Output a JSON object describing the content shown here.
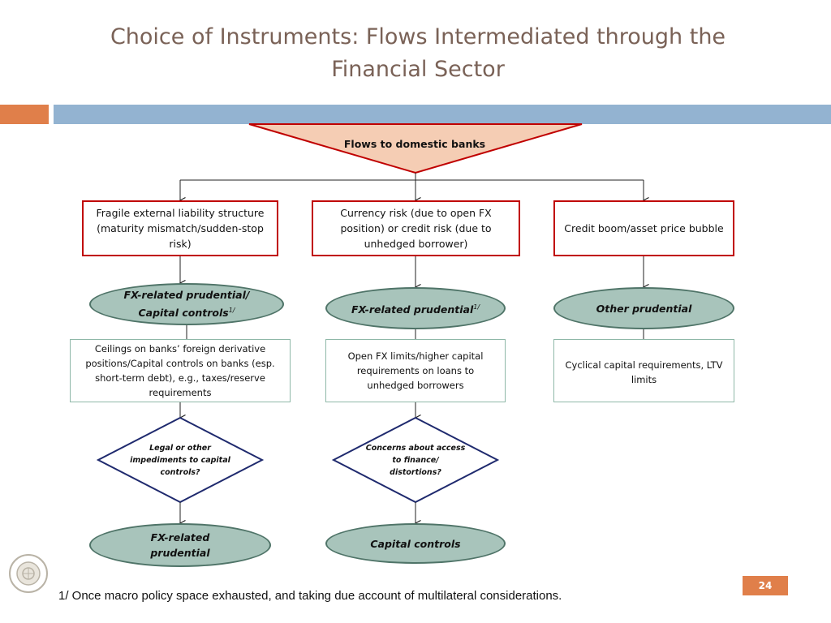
{
  "title": "Choice of Instruments: Flows Intermediated through the Financial Sector",
  "top_node": "Flows to domestic banks",
  "risks": [
    "Fragile external liability structure (maturity mismatch/sudden-stop risk)",
    "Currency risk (due to open FX position) or credit risk (due to unhedged borrower)",
    "Credit boom/asset price bubble"
  ],
  "tools": [
    {
      "label": "FX-related prudential/ Capital controls",
      "note": "1/"
    },
    {
      "label": "FX-related prudential",
      "note": "1/"
    },
    {
      "label": "Other prudential",
      "note": ""
    }
  ],
  "details": [
    "Ceilings on banks’ foreign derivative positions/Capital controls on banks (esp. short-term debt), e.g., taxes/reserve requirements",
    "Open FX limits/higher capital requirements on loans to unhedged borrowers",
    "Cyclical capital requirements, LTV limits"
  ],
  "decisions": [
    "Legal or other impediments to capital controls?",
    "Concerns about access to finance/ distortions?"
  ],
  "outcomes": [
    "FX-related prudential",
    "Capital controls"
  ],
  "footnote": "1/ Once macro policy space exhausted, and taking due account of multilateral considerations.",
  "page_number": "24",
  "colors": {
    "title": "#7a6257",
    "accent_orange": "#e07f4a",
    "accent_blue": "#93b3d1",
    "triangle_fill": "#f5cdb4",
    "border_red": "#c00000",
    "ellipse_fill": "#a8c4bb",
    "ellipse_border": "#4f7468",
    "diamond_border": "#1f2a6e",
    "green_border": "#8fb8a8"
  }
}
